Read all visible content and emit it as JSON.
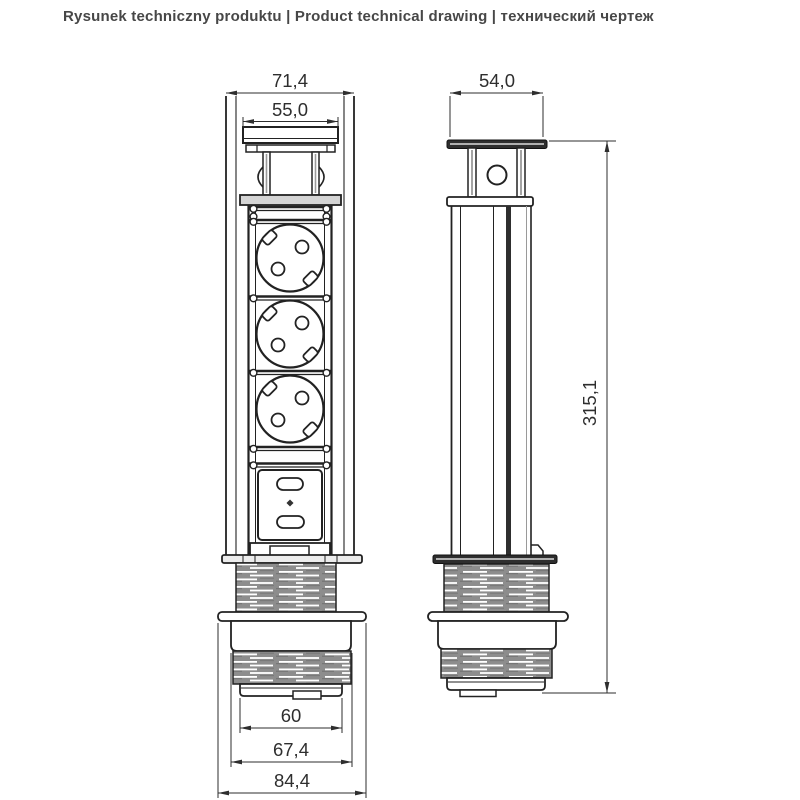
{
  "title": "Rysunek techniczny produktu | Product technical drawing | технический чертеж",
  "views": {
    "front": {
      "dims": {
        "outer_width_mm": "71,4",
        "cap_width_mm": "55,0",
        "base_inner_width_mm": "60",
        "base_mid_width_mm": "67,4",
        "base_outer_width_mm": "84,4"
      }
    },
    "side": {
      "dims": {
        "cap_width_mm": "54,0",
        "total_height_mm": "315,1"
      }
    }
  },
  "colors": {
    "line": "#222222",
    "dimension": "#2e2e2e",
    "thread_fill": "#8d8d8d",
    "title_text": "#474747",
    "background": "#ffffff"
  }
}
